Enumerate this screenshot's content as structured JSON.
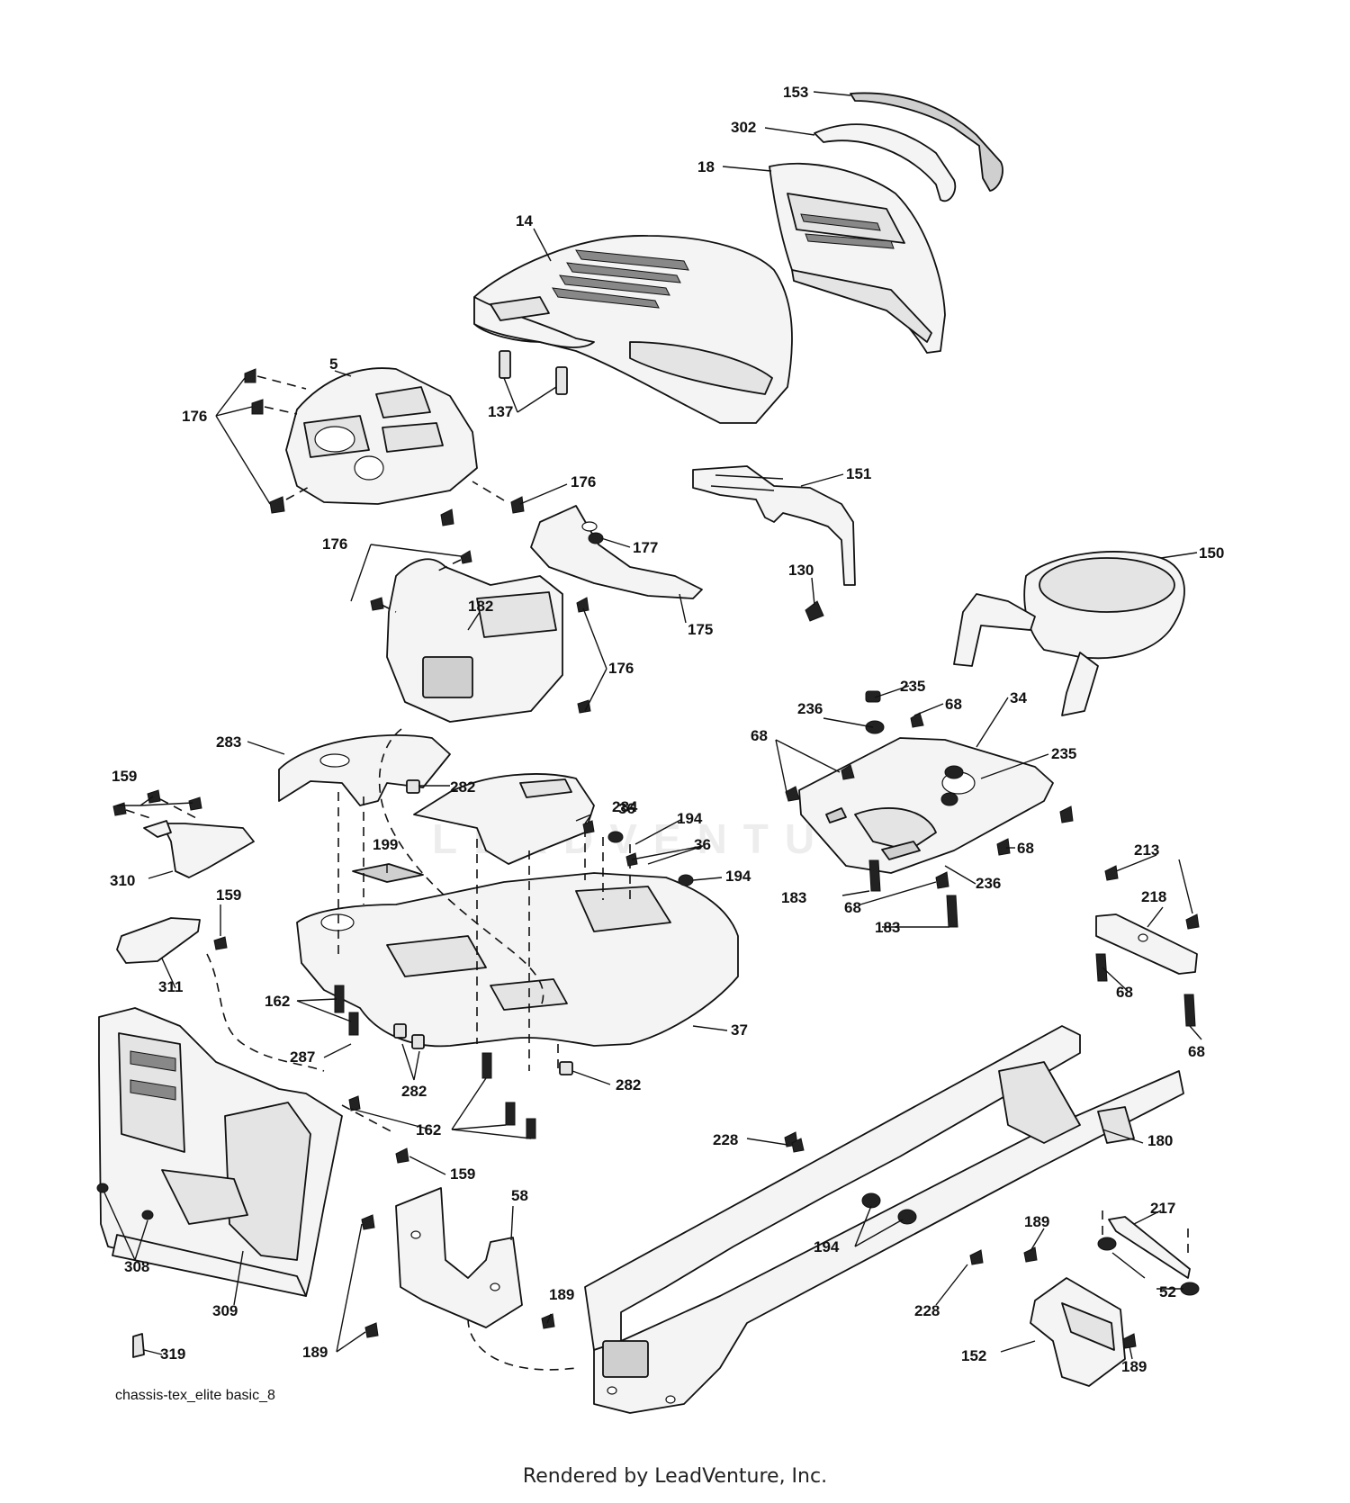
{
  "diagram": {
    "caption": "chassis-tex_elite basic_8",
    "footer": "Rendered by LeadVenture, Inc.",
    "watermark": "LEADVENTURE",
    "callouts": [
      {
        "id": "c153",
        "label": "153"
      },
      {
        "id": "c302",
        "label": "302"
      },
      {
        "id": "c18",
        "label": "18"
      },
      {
        "id": "c14",
        "label": "14"
      },
      {
        "id": "c5",
        "label": "5"
      },
      {
        "id": "c176a",
        "label": "176"
      },
      {
        "id": "c137",
        "label": "137"
      },
      {
        "id": "c176b",
        "label": "176"
      },
      {
        "id": "c151",
        "label": "151"
      },
      {
        "id": "c176c",
        "label": "176"
      },
      {
        "id": "c177",
        "label": "177"
      },
      {
        "id": "c130",
        "label": "130"
      },
      {
        "id": "c150",
        "label": "150"
      },
      {
        "id": "c182",
        "label": "182"
      },
      {
        "id": "c175",
        "label": "175"
      },
      {
        "id": "c176d",
        "label": "176"
      },
      {
        "id": "c235a",
        "label": "235"
      },
      {
        "id": "c236a",
        "label": "236"
      },
      {
        "id": "c68a",
        "label": "68"
      },
      {
        "id": "c34",
        "label": "34"
      },
      {
        "id": "c68b",
        "label": "68"
      },
      {
        "id": "c235b",
        "label": "235"
      },
      {
        "id": "c283",
        "label": "283"
      },
      {
        "id": "c282a",
        "label": "282"
      },
      {
        "id": "c159a",
        "label": "159"
      },
      {
        "id": "c284",
        "label": "284"
      },
      {
        "id": "c36a",
        "label": "36"
      },
      {
        "id": "c194a",
        "label": "194"
      },
      {
        "id": "c68c",
        "label": "68"
      },
      {
        "id": "c36b",
        "label": "36"
      },
      {
        "id": "c199",
        "label": "199"
      },
      {
        "id": "c310",
        "label": "310"
      },
      {
        "id": "c194b",
        "label": "194"
      },
      {
        "id": "c213",
        "label": "213"
      },
      {
        "id": "c236b",
        "label": "236"
      },
      {
        "id": "c183a",
        "label": "183"
      },
      {
        "id": "c68d",
        "label": "68"
      },
      {
        "id": "c183b",
        "label": "183"
      },
      {
        "id": "c218",
        "label": "218"
      },
      {
        "id": "c159b",
        "label": "159"
      },
      {
        "id": "c311",
        "label": "311"
      },
      {
        "id": "c162a",
        "label": "162"
      },
      {
        "id": "c68e",
        "label": "68"
      },
      {
        "id": "c37",
        "label": "37"
      },
      {
        "id": "c287",
        "label": "287"
      },
      {
        "id": "c68f",
        "label": "68"
      },
      {
        "id": "c282b",
        "label": "282"
      },
      {
        "id": "c282c",
        "label": "282"
      },
      {
        "id": "c162b",
        "label": "162"
      },
      {
        "id": "c228a",
        "label": "228"
      },
      {
        "id": "c180",
        "label": "180"
      },
      {
        "id": "c159c",
        "label": "159"
      },
      {
        "id": "c58",
        "label": "58"
      },
      {
        "id": "c217",
        "label": "217"
      },
      {
        "id": "c189a",
        "label": "189"
      },
      {
        "id": "c194c",
        "label": "194"
      },
      {
        "id": "c308",
        "label": "308"
      },
      {
        "id": "c52",
        "label": "52"
      },
      {
        "id": "c189b",
        "label": "189"
      },
      {
        "id": "c228b",
        "label": "228"
      },
      {
        "id": "c309",
        "label": "309"
      },
      {
        "id": "c189c",
        "label": "189"
      },
      {
        "id": "c152",
        "label": "152"
      },
      {
        "id": "c189d",
        "label": "189"
      },
      {
        "id": "c319",
        "label": "319"
      }
    ]
  }
}
